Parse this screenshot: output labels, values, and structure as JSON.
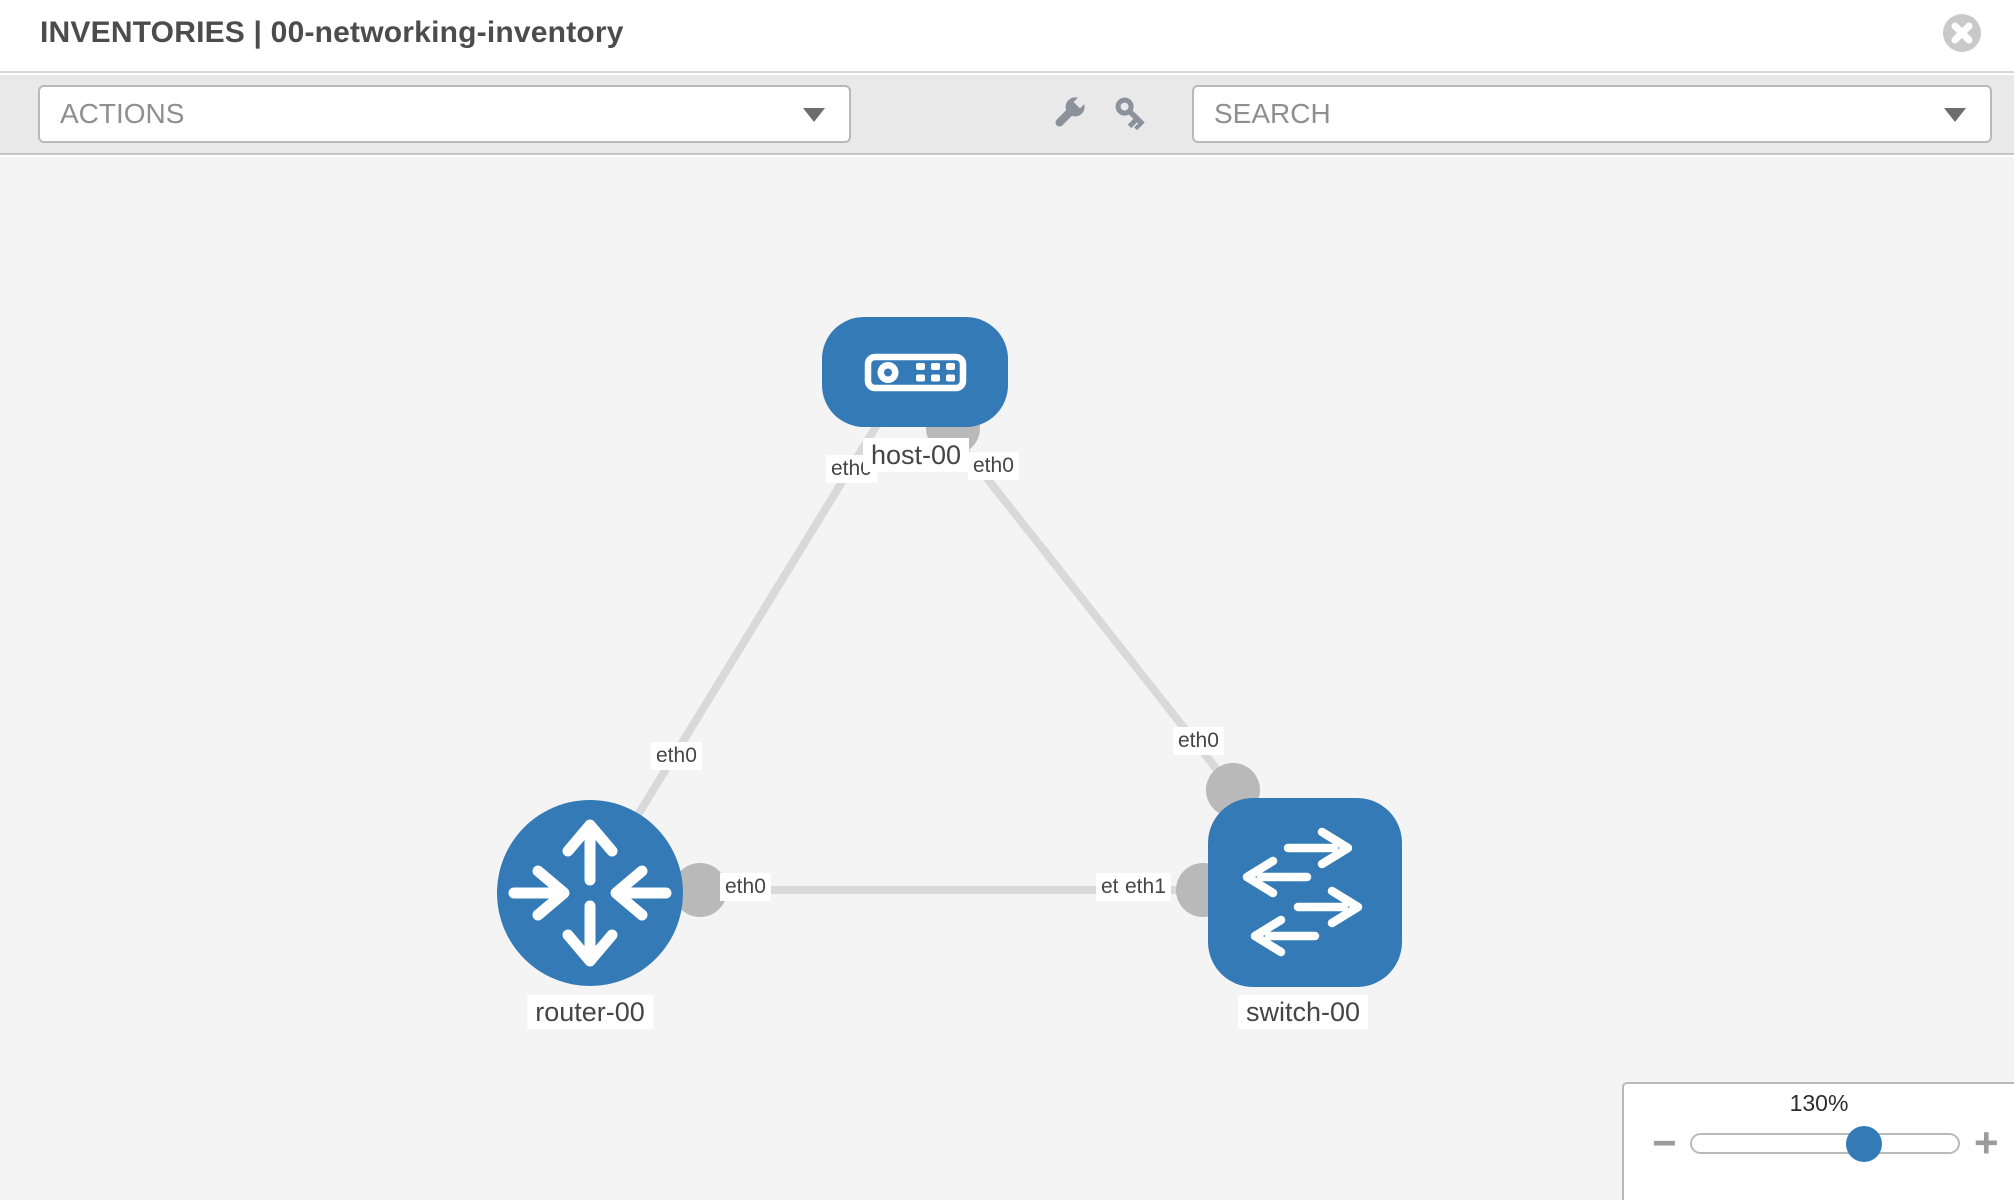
{
  "header": {
    "title": "INVENTORIES | 00-networking-inventory"
  },
  "toolbar": {
    "actions": {
      "label": "ACTIONS"
    },
    "search": {
      "label": "SEARCH"
    },
    "tools": {
      "wrench_icon": "wrench",
      "key_icon": "key"
    }
  },
  "topology": {
    "nodes": [
      {
        "id": "host-00",
        "label": "host-00",
        "type": "host"
      },
      {
        "id": "router-00",
        "label": "router-00",
        "type": "router"
      },
      {
        "id": "switch-00",
        "label": "switch-00",
        "type": "switch"
      }
    ],
    "links": [
      {
        "from": "host-00",
        "from_if": "eth0",
        "to": "router-00",
        "to_if": "eth0"
      },
      {
        "from": "host-00",
        "from_if": "eth0",
        "to": "switch-00",
        "to_if": "eth0"
      },
      {
        "from": "router-00",
        "from_if": "eth0",
        "to": "switch-00",
        "to_if": "eth1"
      }
    ],
    "interface_labels": [
      {
        "text": "eth0",
        "id": "host-if-left"
      },
      {
        "text": "eth0",
        "id": "host-if-right"
      },
      {
        "text": "eth0",
        "id": "router-host-link-if"
      },
      {
        "text": "eth0",
        "id": "switch-host-link-if"
      },
      {
        "text": "eth0",
        "id": "router-switch-link-router-if"
      },
      {
        "text": "eth0",
        "id": "router-switch-link-switch-if-rear"
      },
      {
        "text": "eth1",
        "id": "router-switch-link-switch-if-front"
      }
    ]
  },
  "zoom": {
    "level": "130%",
    "minus": "−",
    "plus": "+"
  },
  "colors": {
    "node_blue": "#337ab7",
    "link_gray": "#d9d9d9",
    "connector_gray": "#b9b9b9",
    "canvas_bg": "#f4f4f4",
    "toolbar_bg": "#e9e9e9"
  }
}
